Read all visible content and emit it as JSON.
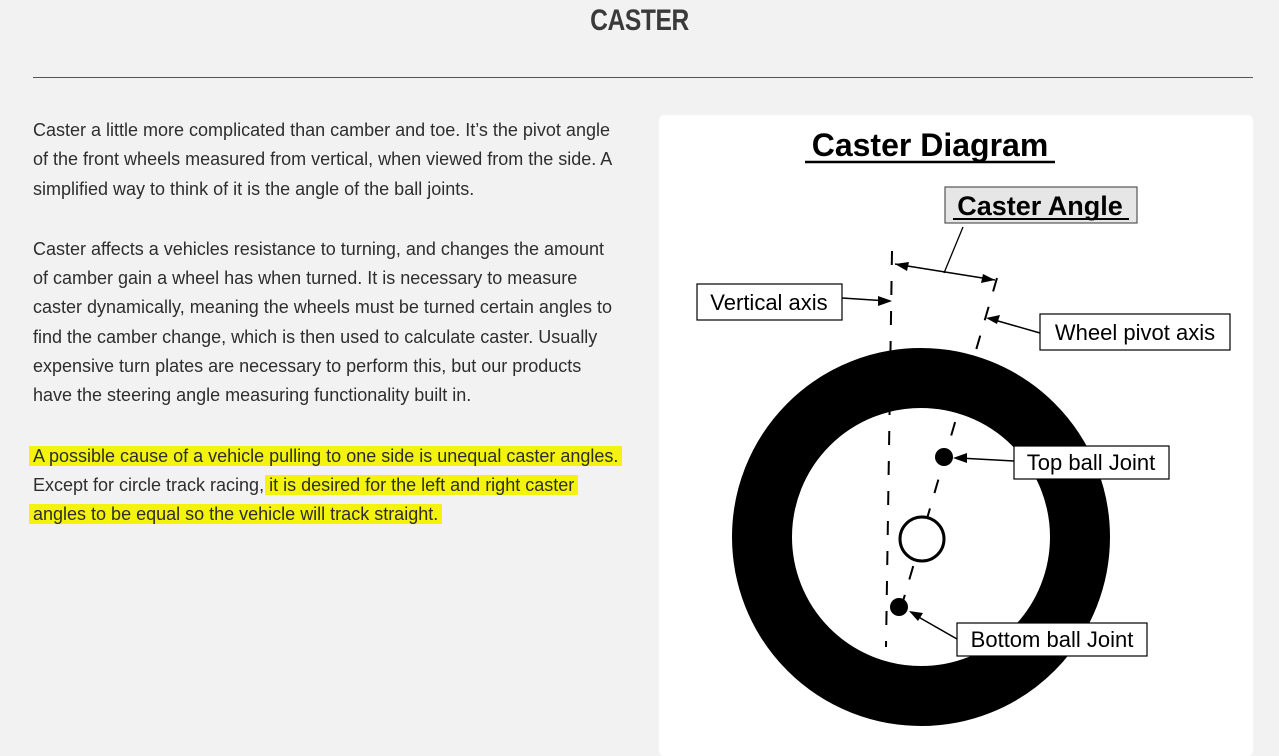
{
  "page": {
    "title": "CASTER"
  },
  "article": {
    "p1": "Caster a little more complicated than camber and toe. It’s the pivot angle of the front wheels measured from vertical, when viewed from the side. A simplified way to think of it is the angle of the ball joints.",
    "p2": "Caster affects a vehicles resistance to turning, and changes the amount of camber gain a wheel has when turned. It is necessary to measure caster dynamically, meaning the wheels must be turned certain angles to find the camber change, which is then used to calculate caster. Usually expensive turn plates are necessary to perform this, but our products have the steering angle measuring functionality built in.",
    "p3_hl1": "A possible cause of a vehicle pulling to one side is unequal caster angles.",
    "p3_plain": " Except for circle track racing, ",
    "p3_hl2": "it is desired for the left and right caster angles to be equal so the vehicle will track straight."
  },
  "diagram": {
    "title": "Caster Diagram",
    "caster_angle_label": "Caster Angle",
    "vertical_axis_label": "Vertical axis",
    "wheel_pivot_axis_label": "Wheel pivot axis",
    "top_ball_joint_label": "Top ball Joint",
    "bottom_ball_joint_label": "Bottom ball Joint"
  },
  "colors": {
    "highlight": "#f3f30e",
    "background": "#f2f2f2",
    "card": "#ffffff",
    "tire": "#000000"
  }
}
